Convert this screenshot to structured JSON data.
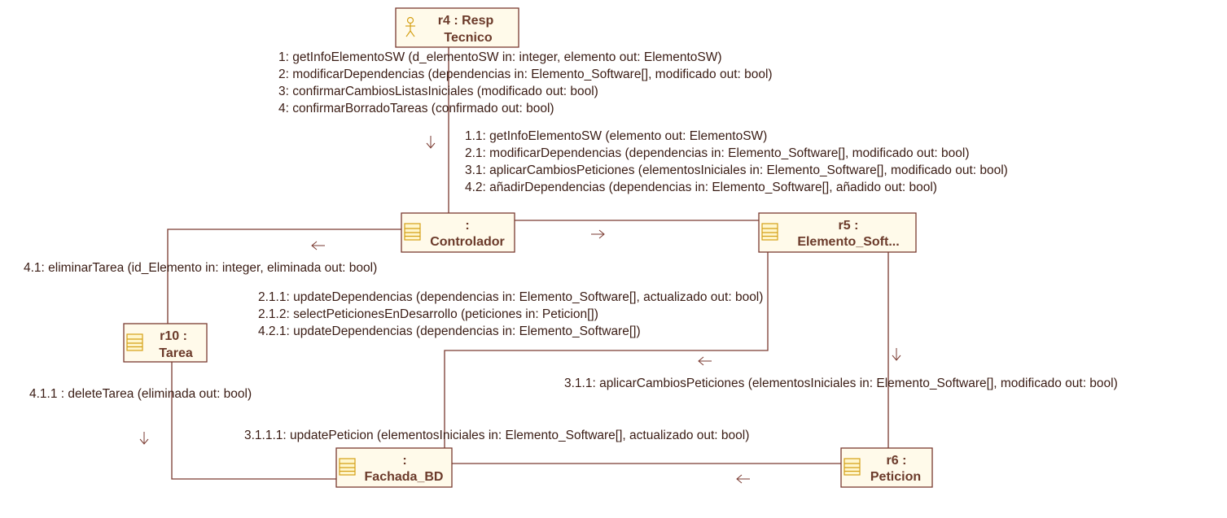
{
  "nodes": {
    "resp": {
      "line1": "r4 : Resp",
      "line2": "Tecnico",
      "icon": "actor-icon"
    },
    "ctrl": {
      "line1": ":",
      "line2": "Controlador",
      "icon": "class-icon"
    },
    "elem": {
      "line1": "r5 :",
      "line2": "Elemento_Soft...",
      "icon": "class-icon"
    },
    "tarea": {
      "line1": "r10 :",
      "line2": "Tarea",
      "icon": "class-icon"
    },
    "fachada": {
      "line1": ":",
      "line2": "Fachada_BD",
      "icon": "class-icon"
    },
    "peticion": {
      "line1": "r6 :",
      "line2": "Peticion",
      "icon": "class-icon"
    }
  },
  "messages": {
    "resp_ctrl": [
      "1: getInfoElementoSW (d_elementoSW in: integer, elemento out: ElementoSW)",
      "2: modificarDependencias (dependencias in: Elemento_Software[], modificado out: bool)",
      "3: confirmarCambiosListasIniciales (modificado out: bool)",
      "4: confirmarBorradoTareas (confirmado out: bool)"
    ],
    "ctrl_elem": [
      "1.1: getInfoElementoSW (elemento out: ElementoSW)",
      "2.1: modificarDependencias (dependencias in: Elemento_Software[], modificado out: bool)",
      "3.1: aplicarCambiosPeticiones (elementosIniciales in: Elemento_Software[], modificado out: bool)",
      "4.2: añadirDependencias (dependencias in: Elemento_Software[], añadido out: bool)"
    ],
    "ctrl_tarea": [
      "4.1: eliminarTarea (id_Elemento in: integer, eliminada out: bool)"
    ],
    "elem_fachada": [
      "2.1.1: updateDependencias (dependencias in: Elemento_Software[], actualizado out: bool)",
      "2.1.2: selectPeticionesEnDesarrollo (peticiones in: Peticion[])",
      "4.2.1: updateDependencias (dependencias in: Elemento_Software[])"
    ],
    "elem_peticion": [
      "3.1.1: aplicarCambiosPeticiones (elementosIniciales in: Elemento_Software[], modificado out: bool)"
    ],
    "tarea_fachada": [
      "4.1.1 : deleteTarea (eliminada out: bool)"
    ],
    "peticion_fachada": [
      "3.1.1.1: updatePeticion (elementosIniciales in: Elemento_Software[], actualizado out: bool)"
    ]
  },
  "colors": {
    "border": "#7a3a30",
    "fill": "#fffaea",
    "title": "#6b3a2a",
    "icon": "#d4a017"
  }
}
